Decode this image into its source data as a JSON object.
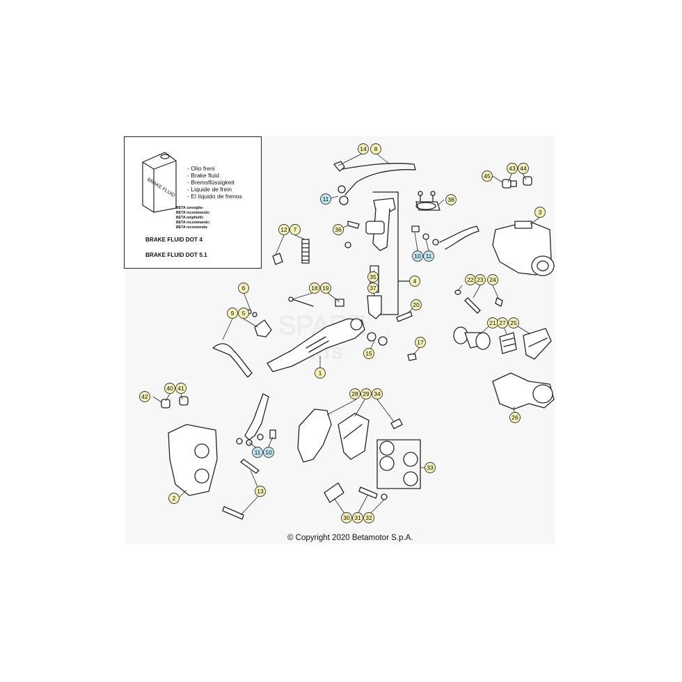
{
  "legend": {
    "can_label": "BRAKE FLUID",
    "items": [
      "- Olio freni",
      "- Brake fluid",
      "- Bremsflüssigkeit",
      "- Liquide de frein",
      "- El líquido de frenos"
    ],
    "recommend_lines": [
      "BETA consiglia:",
      "BETA recommends:",
      "BETA empfiehlt:",
      "BETA recommande:",
      "BETA recomienda:"
    ],
    "dot_grades": [
      "BRAKE FLUID DOT 4",
      "BRAKE FLUID DOT 5.1"
    ]
  },
  "callouts": [
    {
      "id": "c14",
      "label": "14",
      "style": "yellow"
    },
    {
      "id": "c8",
      "label": "8",
      "style": "yellow"
    },
    {
      "id": "c11a",
      "label": "11",
      "style": "blue"
    },
    {
      "id": "c38",
      "label": "38",
      "style": "yellow"
    },
    {
      "id": "c45",
      "label": "45",
      "style": "yellow"
    },
    {
      "id": "c43",
      "label": "43",
      "style": "yellow"
    },
    {
      "id": "c44",
      "label": "44",
      "style": "yellow"
    },
    {
      "id": "c3",
      "label": "3",
      "style": "yellow"
    },
    {
      "id": "c12",
      "label": "12",
      "style": "yellow"
    },
    {
      "id": "c7",
      "label": "7",
      "style": "yellow"
    },
    {
      "id": "c36",
      "label": "36",
      "style": "yellow"
    },
    {
      "id": "c10a",
      "label": "10",
      "style": "blue"
    },
    {
      "id": "c11b",
      "label": "11",
      "style": "blue"
    },
    {
      "id": "c35",
      "label": "35",
      "style": "yellow"
    },
    {
      "id": "c4",
      "label": "4",
      "style": "yellow"
    },
    {
      "id": "c22",
      "label": "22",
      "style": "yellow"
    },
    {
      "id": "c23",
      "label": "23",
      "style": "yellow"
    },
    {
      "id": "c24",
      "label": "24",
      "style": "yellow"
    },
    {
      "id": "c6",
      "label": "6",
      "style": "yellow"
    },
    {
      "id": "c18",
      "label": "18",
      "style": "yellow"
    },
    {
      "id": "c19",
      "label": "19",
      "style": "yellow"
    },
    {
      "id": "c37",
      "label": "37",
      "style": "yellow"
    },
    {
      "id": "c20",
      "label": "20",
      "style": "yellow"
    },
    {
      "id": "c9",
      "label": "9",
      "style": "yellow"
    },
    {
      "id": "c5",
      "label": "5",
      "style": "yellow"
    },
    {
      "id": "c21",
      "label": "21",
      "style": "yellow"
    },
    {
      "id": "c27",
      "label": "27",
      "style": "yellow"
    },
    {
      "id": "c25",
      "label": "25",
      "style": "yellow"
    },
    {
      "id": "c17",
      "label": "17",
      "style": "yellow"
    },
    {
      "id": "c15",
      "label": "15",
      "style": "yellow"
    },
    {
      "id": "c1",
      "label": "1",
      "style": "yellow"
    },
    {
      "id": "c40",
      "label": "40",
      "style": "yellow"
    },
    {
      "id": "c41",
      "label": "41",
      "style": "yellow"
    },
    {
      "id": "c42",
      "label": "42",
      "style": "yellow"
    },
    {
      "id": "c28",
      "label": "28",
      "style": "yellow"
    },
    {
      "id": "c29",
      "label": "29",
      "style": "yellow"
    },
    {
      "id": "c34",
      "label": "34",
      "style": "yellow"
    },
    {
      "id": "c26",
      "label": "26",
      "style": "yellow"
    },
    {
      "id": "c11c",
      "label": "11",
      "style": "blue"
    },
    {
      "id": "c10b",
      "label": "10",
      "style": "blue"
    },
    {
      "id": "c33",
      "label": "33",
      "style": "yellow"
    },
    {
      "id": "c2",
      "label": "2",
      "style": "yellow"
    },
    {
      "id": "c13",
      "label": "13",
      "style": "yellow"
    },
    {
      "id": "c30",
      "label": "30",
      "style": "yellow"
    },
    {
      "id": "c31",
      "label": "31",
      "style": "yellow"
    },
    {
      "id": "c32",
      "label": "32",
      "style": "yellow"
    }
  ],
  "colors": {
    "callout_yellow": "#f3f1b4",
    "callout_blue": "#bfe7ef",
    "line": "#222222"
  },
  "copyright": "© Copyright 2020 Betamotor S.p.A."
}
